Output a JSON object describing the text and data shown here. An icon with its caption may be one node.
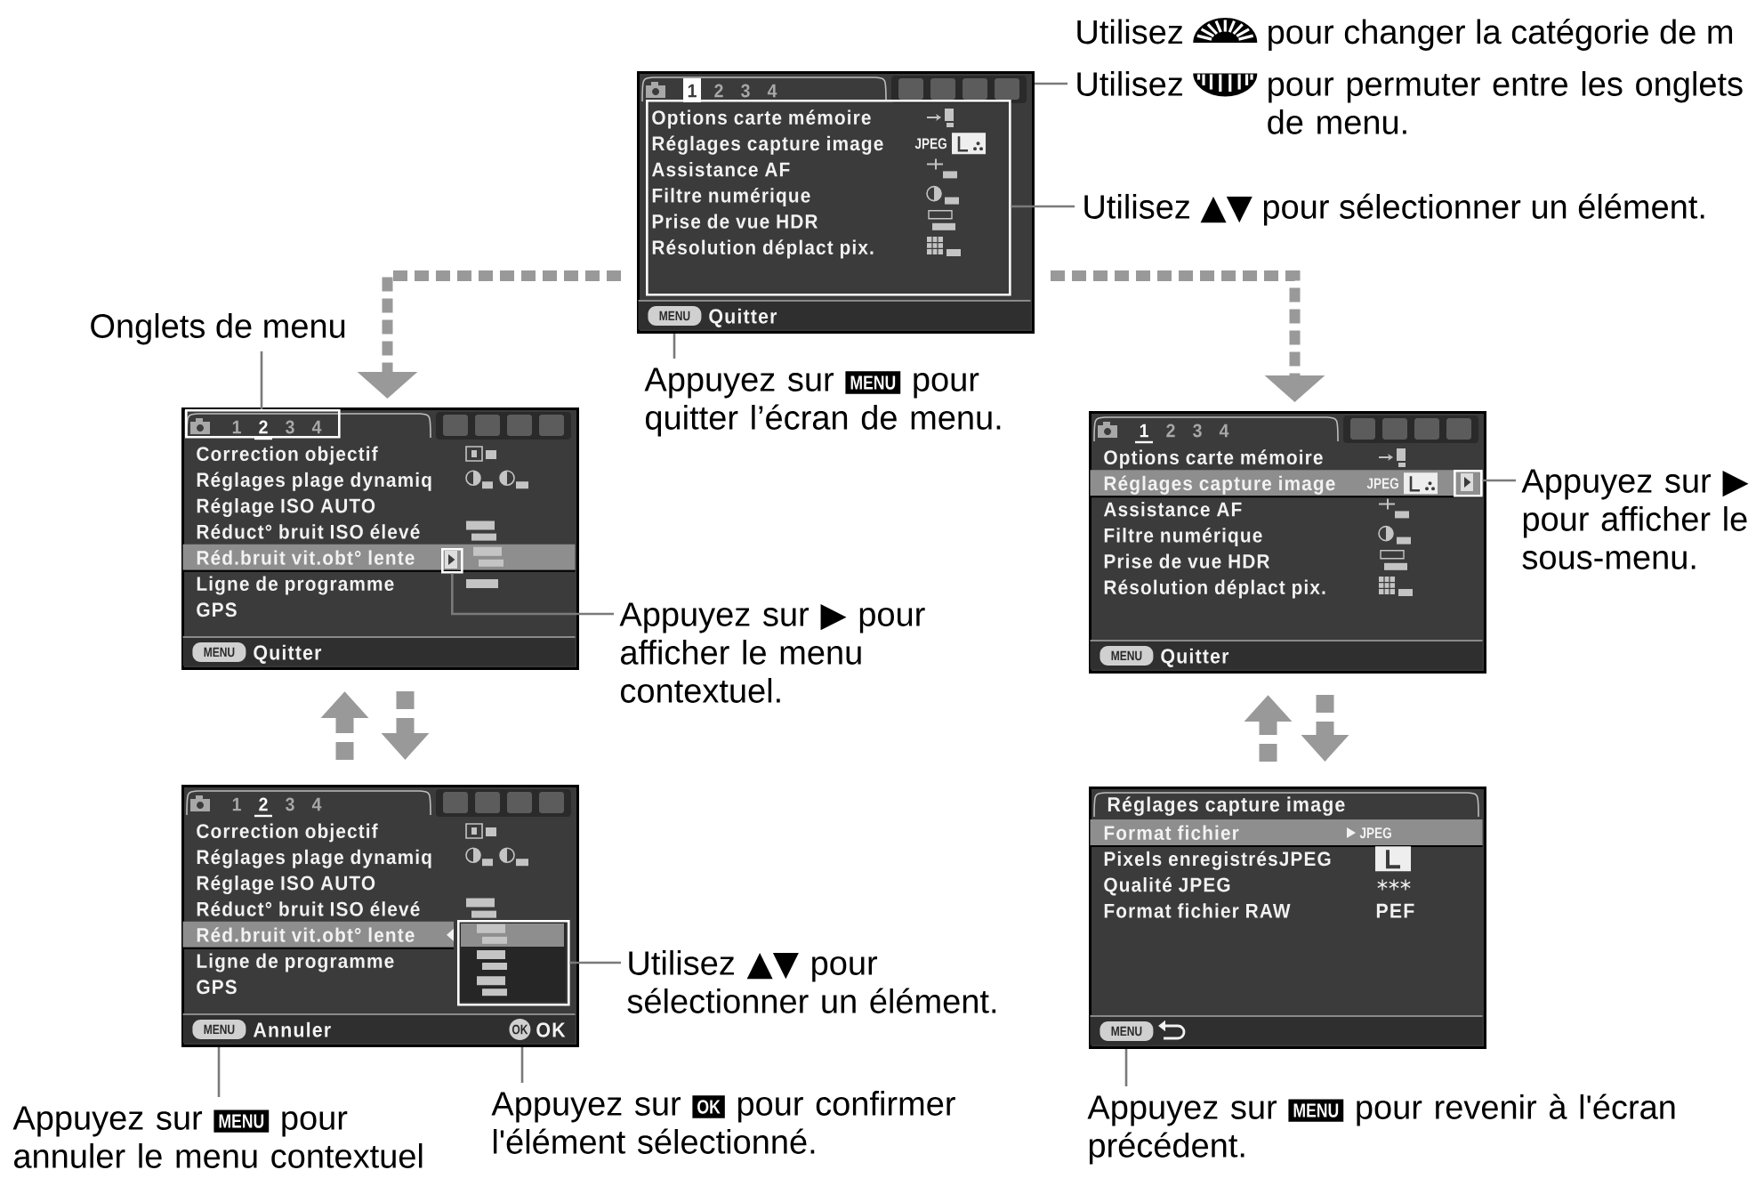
{
  "diagram": {
    "nodes": [
      {
        "text": [
          "1",
          "2",
          "3",
          "4",
          "Options carte mémoire",
          "Réglages capture image",
          "Assistance AF",
          "Filtre numérique",
          "Prise de vue HDR",
          "Résolution déplact pix.",
          "JPEG",
          "MENU",
          "Quitter"
        ]
      },
      {
        "text": [
          "Utilisez",
          "pour permuter entre les onglets de menu."
        ]
      },
      {
        "text": [
          "Utilisez ▲▼ pour sélectionner un élément."
        ]
      },
      {
        "text": [
          "Appuyez sur",
          "MENU",
          "pour quitter l’écran de menu."
        ]
      },
      {
        "text": [
          "Onglets de menu"
        ]
      },
      {
        "text": [
          "1",
          "2",
          "3",
          "4",
          "Correction objectif",
          "Réglages plage dynamiq",
          "Réglage ISO AUTO",
          "Réduct° bruit ISO élevé",
          "Réd.bruit vit.obt° lente",
          "Ligne de programme",
          "GPS",
          "MENU",
          "Quitter"
        ]
      },
      {
        "text": [],
        "shape": "box",
        "in": 5
      },
      {
        "text": [
          "Appuyez sur ▶ pour afficher le menu contextuel."
        ]
      },
      {
        "text": [
          "1",
          "2",
          "3",
          "4",
          "Correction objectif",
          "Réglages plage dynamiq",
          "Réglage ISO AUTO",
          "Réduct° bruit ISO élevé",
          "Réd.bruit vit.obt° lente",
          "Ligne de programme",
          "GPS",
          "MENU",
          "Annuler",
          "OK",
          "OK"
        ]
      },
      {
        "text": [],
        "shape": "box",
        "in": 8
      },
      {
        "text": [
          "Utilisez ▲▼ pour sélectionner un élément."
        ]
      },
      {
        "text": [
          "Appuyez sur",
          "MENU",
          "pour annuler le menu contextuel"
        ]
      },
      {
        "text": [
          "Appuyez sur",
          "OK",
          "pour confirmer l'élément sélectionné."
        ]
      },
      {
        "text": [
          "1",
          "2",
          "3",
          "4",
          "Options carte mémoire",
          "Réglages capture image",
          "Assistance AF",
          "Filtre numérique",
          "Prise de vue HDR",
          "Résolution déplact pix.",
          "JPEG",
          "MENU",
          "Quitter"
        ]
      },
      {
        "text": [],
        "shape": "box",
        "in": 13
      },
      {
        "text": [
          "Appuyez sur ▶ pour afficher le sous-menu."
        ]
      },
      {
        "text": [
          "Réglages capture image",
          "Format fichier",
          "Pixels enregistrésJPEG",
          "Qualité JPEG",
          "Format fichier RAW",
          "JPEG",
          "PEF",
          "MENU"
        ]
      },
      {
        "text": [
          "Appuyez sur",
          "MENU",
          "pour revenir à l'écran précédent."
        ]
      }
    ],
    "edges": [
      {
        "from": 0,
        "to": 5,
        "arrow": "to",
        "style": "dashed",
        "color": "#999999"
      },
      {
        "from": 0,
        "to": 13,
        "arrow": "to",
        "style": "dashed",
        "color": "#999999"
      },
      {
        "from": 5,
        "to": 8,
        "arrow": "to",
        "style": "dashed",
        "color": "#999999"
      },
      {
        "from": 8,
        "to": 5,
        "arrow": "to",
        "style": "dashed",
        "color": "#999999"
      },
      {
        "from": 13,
        "to": 16,
        "arrow": "to",
        "style": "dashed",
        "color": "#999999"
      },
      {
        "from": 16,
        "to": 13,
        "arrow": "to",
        "style": "dashed",
        "color": "#999999"
      },
      {
        "from": 1,
        "to": 0,
        "arrow": "none"
      },
      {
        "from": 2,
        "to": 0,
        "arrow": "none"
      },
      {
        "from": 3,
        "to": 0,
        "arrow": "none"
      },
      {
        "from": 4,
        "to": 5,
        "arrow": "none"
      },
      {
        "from": 7,
        "to": 6,
        "arrow": "none"
      },
      {
        "from": 10,
        "to": 9,
        "arrow": "none"
      },
      {
        "from": 11,
        "to": 8,
        "arrow": "none"
      },
      {
        "from": 12,
        "to": 8,
        "arrow": "none"
      },
      {
        "from": 15,
        "to": 14,
        "arrow": "none"
      },
      {
        "from": 17,
        "to": 16,
        "arrow": "none"
      }
    ],
    "labels": [
      "Utilisez",
      "pour changer la catégorie de m"
    ]
  }
}
